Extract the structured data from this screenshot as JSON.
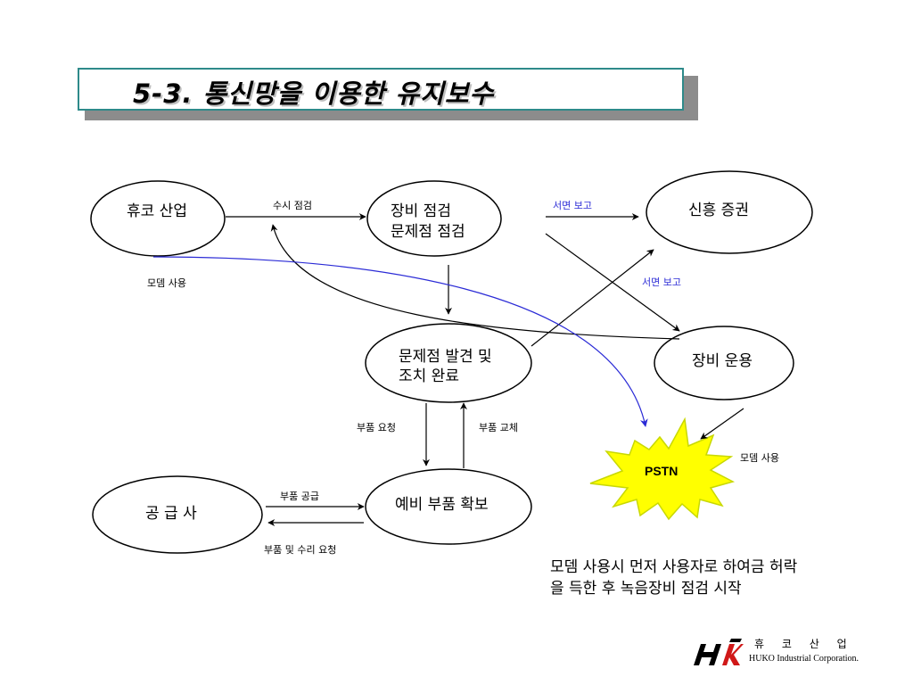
{
  "title": "5-3.  통신망을  이용한  유지보수",
  "nodes": {
    "huko": "휴코 산업",
    "check_line1": "장비 점검",
    "check_line2": "문제점 점검",
    "shinheung": "신흥 증권",
    "found_line1": "문제점 발견 및",
    "found_line2": "조치 완료",
    "operation": "장비 운용",
    "supplier": "공 급 사",
    "spare": "예비 부품 확보",
    "pstn": "PSTN"
  },
  "edge_labels": {
    "regular_check": "수시 점검",
    "written_report_1": "서면 보고",
    "written_report_2": "서면 보고",
    "modem_use_left": "모뎀 사용",
    "modem_use_right": "모뎀 사용",
    "parts_request": "부품 요청",
    "parts_replace": "부품 교체",
    "parts_supply": "부품 공급",
    "parts_repair_request": "부품 및 수리 요청"
  },
  "note": {
    "line1": "모뎀 사용시 먼저 사용자로 하여금 허락",
    "line2": "을 득한 후 녹음장비 점검 시작"
  },
  "logo": {
    "korean": "휴 코 산 업",
    "english": "HUKO Industrial Corporation."
  },
  "colors": {
    "title_border": "#2e8a8a",
    "pstn_fill": "#ffff00",
    "pstn_stroke": "#c8d800",
    "modem_line": "#2b2bd6",
    "logo_red": "#d01818"
  }
}
